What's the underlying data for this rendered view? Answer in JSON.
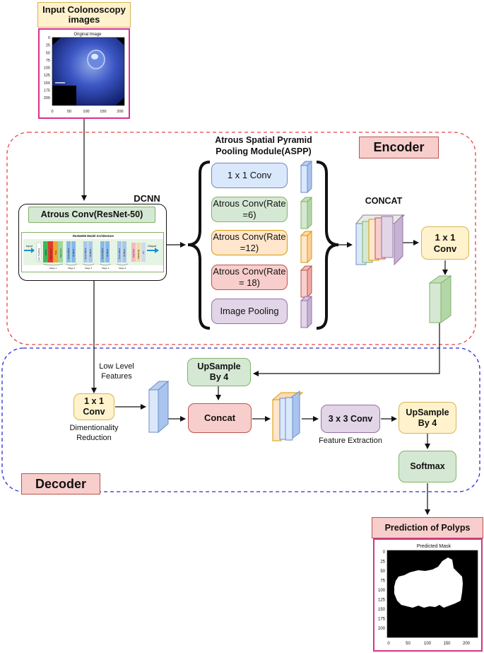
{
  "input": {
    "title": "Input Colonoscopy images",
    "plot_title": "Original Image",
    "y_ticks": [
      "0",
      "25",
      "50",
      "75",
      "100",
      "125",
      "150",
      "175",
      "200"
    ],
    "x_ticks": [
      "0",
      "50",
      "100",
      "150",
      "200"
    ]
  },
  "encoder": {
    "title": "Encoder",
    "dcnn_label": "DCNN",
    "backbone_label": "Atrous Conv(ResNet-50)",
    "resnet": {
      "title": "ResNet50 Model Architecture",
      "input": "Input",
      "output": "Output",
      "zero_padding": "Zero Padding",
      "conv": "CONV",
      "batch_norm": "Batch Norm",
      "relu": "Relu",
      "max_pool": "Max Pool",
      "conv_block": "Conv Block",
      "id_block": "ID Block",
      "avg_pool": "Avg Pool",
      "flattening": "Flattening",
      "fc": "FC",
      "stages": [
        "Stage 1",
        "Stage 2",
        "Stage 3",
        "Stage 4",
        "Stage 5"
      ]
    },
    "aspp_title": "Atrous Spatial Pyramid Pooling Module(ASPP)",
    "aspp_branches": [
      "1 x 1 Conv",
      "Atrous Conv(Rate =6)",
      "Atrous Conv(Rate =12)",
      "Atrous Conv(Rate = 18)",
      "Image Pooling"
    ],
    "concat_label": "CONCAT",
    "conv1x1": "1 x 1 Conv"
  },
  "decoder": {
    "title": "Decoder",
    "low_level": "Low Level Features",
    "conv1x1": "1 x 1 Conv",
    "dim_red": "Dimentionality Reduction",
    "upsample1": "UpSample By 4",
    "concat": "Concat",
    "conv3x3": "3 x 3 Conv",
    "feat_ext": "Feature Extraction",
    "upsample2": "UpSample By 4",
    "softmax": "Softmax"
  },
  "output": {
    "title": "Prediction of Polyps",
    "plot_title": "Predicted Mask",
    "y_ticks": [
      "0",
      "25",
      "50",
      "75",
      "100",
      "125",
      "150",
      "175",
      "200"
    ],
    "x_ticks": [
      "0",
      "50",
      "100",
      "150",
      "200"
    ]
  },
  "colors": {
    "encoder_border": "#e8474a",
    "decoder_border": "#2b2bd6",
    "magenta": "#d6338a"
  }
}
